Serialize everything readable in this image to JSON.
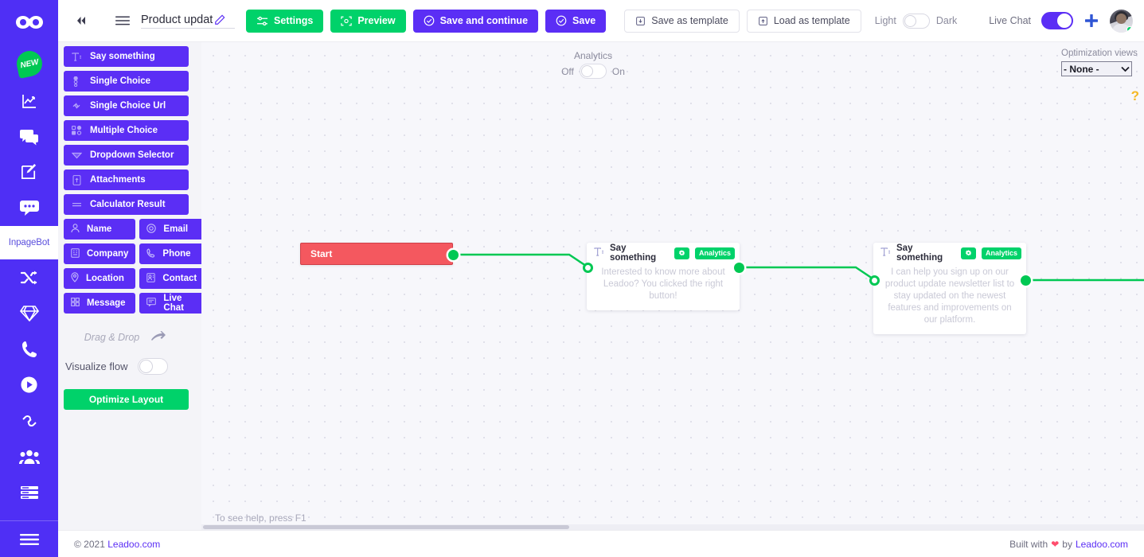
{
  "rail": {
    "logo_icon": "leadoo-infinity-logo",
    "items": [
      {
        "name": "new-badge",
        "label": "NEW",
        "icon": "new-badge-icon"
      },
      {
        "name": "analytics",
        "icon": "chart-up-icon"
      },
      {
        "name": "chats",
        "icon": "chat-bubbles-icon"
      },
      {
        "name": "edit",
        "icon": "edit-square-icon"
      },
      {
        "name": "messages",
        "icon": "message-dots-icon"
      }
    ],
    "active_label": "InpageBot",
    "items_lower": [
      {
        "name": "shuffle",
        "icon": "shuffle-icon"
      },
      {
        "name": "diamond",
        "icon": "diamond-icon"
      },
      {
        "name": "call",
        "icon": "phone-icon"
      },
      {
        "name": "video",
        "icon": "play-circle-icon"
      },
      {
        "name": "links",
        "icon": "link-chain-icon"
      },
      {
        "name": "team",
        "icon": "people-group-icon"
      },
      {
        "name": "list",
        "icon": "list-rows-icon"
      }
    ],
    "bottom_icon": "hamburger-icon"
  },
  "topbar": {
    "collapse_icon": "double-chevron-left-icon",
    "menu_icon": "hamburger-icon",
    "title": "Product updat",
    "title_edit_icon": "pencil-icon",
    "buttons": [
      {
        "name": "settings",
        "label": "Settings",
        "icon": "sliders-icon",
        "style": "green"
      },
      {
        "name": "preview",
        "label": "Preview",
        "icon": "preview-frame-icon",
        "style": "green"
      },
      {
        "name": "save-and-continue",
        "label": "Save and continue",
        "icon": "check-circle-icon",
        "style": "purple"
      },
      {
        "name": "save",
        "label": "Save",
        "icon": "check-circle-icon",
        "style": "purple"
      },
      {
        "name": "save-as-template",
        "label": "Save as template",
        "icon": "template-save-icon",
        "style": "ghost"
      },
      {
        "name": "load-as-template",
        "label": "Load as template",
        "icon": "template-load-icon",
        "style": "ghost"
      }
    ],
    "theme": {
      "left_label": "Light",
      "right_label": "Dark",
      "state": "off"
    },
    "live_chat": {
      "label": "Live Chat",
      "state": "on"
    },
    "plus_icon": "plus-icon",
    "avatar": {
      "name": "user-avatar",
      "status": "online"
    }
  },
  "palette": {
    "rows": [
      {
        "label": "Say something",
        "icon": "text-block-icon"
      },
      {
        "label": "Single Choice",
        "icon": "radio-list-icon"
      },
      {
        "label": "Single Choice Url",
        "icon": "link-icon"
      },
      {
        "label": "Multiple Choice",
        "icon": "checkbox-grid-icon"
      },
      {
        "label": "Dropdown Selector",
        "icon": "chevron-down-icon"
      },
      {
        "label": "Attachments",
        "icon": "attachment-upload-icon"
      },
      {
        "label": "Calculator Result",
        "icon": "equals-icon"
      }
    ],
    "grid": [
      {
        "label": "Name",
        "icon": "person-icon"
      },
      {
        "label": "Email",
        "icon": "at-sign-icon"
      },
      {
        "label": "Company",
        "icon": "building-icon"
      },
      {
        "label": "Phone",
        "icon": "phone-icon"
      },
      {
        "label": "Location",
        "icon": "map-pin-icon"
      },
      {
        "label": "Contact",
        "icon": "contact-card-icon"
      },
      {
        "label": "Message",
        "icon": "grid-squares-icon"
      },
      {
        "label": "Live Chat",
        "icon": "chat-window-icon"
      }
    ],
    "drag_drop_label": "Drag & Drop",
    "drag_drop_icon": "arrow-right-curved-icon",
    "visualize_flow": {
      "label": "Visualize flow",
      "state": "off"
    },
    "optimize_button": "Optimize Layout"
  },
  "canvas": {
    "analytics": {
      "title": "Analytics",
      "off_label": "Off",
      "on_label": "On",
      "state": "off"
    },
    "optimization": {
      "label": "Optimization views",
      "selected": "- None -",
      "caret_icon": "chevron-down-icon"
    },
    "help_icon": "question-mark-icon",
    "help_hint": "To see help, press F1",
    "nodes": [
      {
        "name": "start-node",
        "title": "Start",
        "type": "start",
        "color": "#f4585f"
      },
      {
        "name": "say-something-node-1",
        "title": "Say something",
        "type": "say-something",
        "icon": "text-block-icon",
        "gear_icon": "gear-icon",
        "analytics_chip": "Analytics",
        "body": "Interested to know more about Leadoo? You clicked the right button!"
      },
      {
        "name": "say-something-node-2",
        "title": "Say something",
        "type": "say-something",
        "icon": "text-block-icon",
        "gear_icon": "gear-icon",
        "analytics_chip": "Analytics",
        "body": "I can help you sign up on our product update newsletter list to stay updated on the newest features and improvements on our platform."
      }
    ]
  },
  "footer": {
    "copyright_prefix": "© 2021",
    "copyright_link": "Leadoo.com",
    "built_prefix": "Built with",
    "built_mid": "by",
    "built_link": "Leadoo.com",
    "heart_icon": "heart-icon"
  },
  "colors": {
    "brand_purple": "#5b2ef5",
    "rail_purple": "#4f2ff5",
    "green": "#00d26a",
    "wire_green": "#00c853",
    "start_red": "#f4585f",
    "canvas_bg": "#f7f7fb",
    "help_yellow": "#f5b825"
  }
}
